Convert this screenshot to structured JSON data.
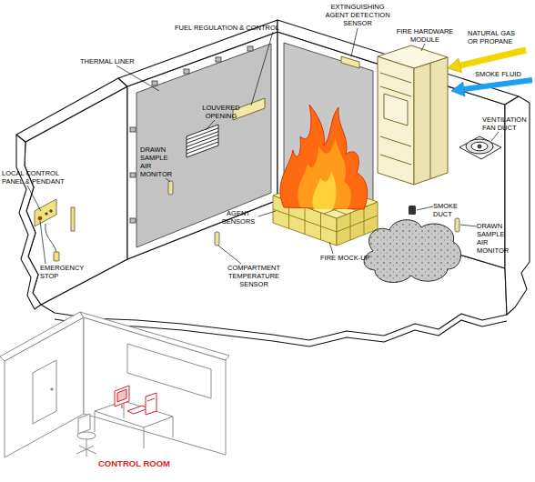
{
  "diagram": {
    "labels": [
      "EXTINGUISHING AGENT DETECTION SENSOR",
      "FUEL REGULATION & CONTROL",
      "FIRE HARDWARE MODULE",
      "NATURAL GAS OR PROPANE",
      "THERMAL LINER",
      "SMOKE FLUID",
      "LOUVERED OPENING",
      "VENTILATION FAN DUCT",
      "DRAWN SAMPLE AIR MONITOR",
      "LOCAL CONTROL PANEL & PENDANT",
      "AGENT SENSORS",
      "SMOKE DUCT",
      "DRAWN SAMPLE AIR MONITOR",
      "EMERGENCY STOP",
      "COMPARTMENT TEMPERATURE SENSOR",
      "FIRE MOCK-UP",
      "CONTROL ROOM"
    ]
  }
}
